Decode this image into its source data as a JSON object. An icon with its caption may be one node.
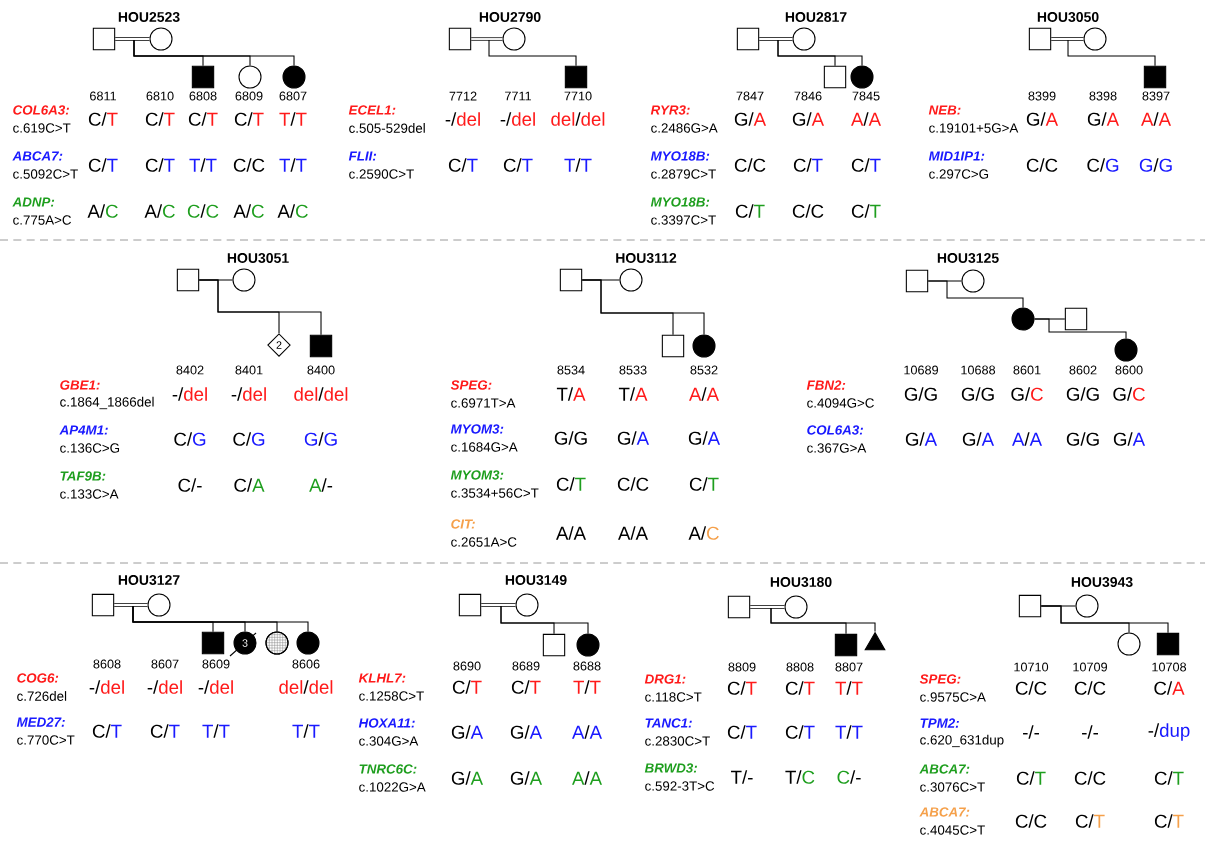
{
  "diagram": {
    "nodes": [
      {
        "text": [],
        "shape": "box"
      },
      {
        "text": [],
        "shape": "circle"
      },
      {
        "text": [],
        "shape": "box"
      },
      {
        "text": [],
        "shape": "circle"
      },
      {
        "text": [],
        "shape": "circle"
      },
      {
        "text": [],
        "shape": "box"
      },
      {
        "text": [],
        "shape": "circle"
      },
      {
        "text": [],
        "shape": "box"
      },
      {
        "text": [],
        "shape": "box"
      },
      {
        "text": [],
        "shape": "circle"
      },
      {
        "text": [],
        "shape": "box"
      },
      {
        "text": [],
        "shape": "circle"
      },
      {
        "text": [],
        "shape": "box"
      },
      {
        "text": [],
        "shape": "circle"
      },
      {
        "text": [],
        "shape": "box"
      },
      {
        "text": [],
        "shape": "box"
      },
      {
        "text": [],
        "shape": "circle"
      },
      {
        "text": [
          "2"
        ]
      },
      {
        "text": [],
        "shape": "box"
      },
      {
        "text": [],
        "shape": "box"
      },
      {
        "text": [],
        "shape": "circle"
      },
      {
        "text": [],
        "shape": "box"
      },
      {
        "text": [],
        "shape": "circle"
      },
      {
        "text": [],
        "shape": "box"
      },
      {
        "text": [],
        "shape": "circle"
      },
      {
        "text": [],
        "shape": "circle"
      },
      {
        "text": [],
        "shape": "box"
      },
      {
        "text": [],
        "shape": "circle"
      },
      {
        "text": [],
        "shape": "box"
      },
      {
        "text": [],
        "shape": "circle"
      },
      {
        "text": [],
        "shape": "box"
      },
      {
        "text": [
          "3"
        ]
      },
      {
        "text": [],
        "shape": "circle"
      },
      {
        "text": [],
        "shape": "circle"
      },
      {
        "text": [],
        "shape": "box"
      },
      {
        "text": [],
        "shape": "circle"
      },
      {
        "text": [],
        "shape": "box"
      },
      {
        "text": [],
        "shape": "circle"
      },
      {
        "text": [],
        "shape": "box"
      },
      {
        "text": [],
        "shape": "circle"
      },
      {
        "text": [],
        "shape": "box"
      },
      {
        "text": [],
        "shape": "triangle"
      },
      {
        "text": [],
        "shape": "box"
      },
      {
        "text": [],
        "shape": "circle"
      },
      {
        "text": [],
        "shape": "circle"
      },
      {
        "text": [],
        "shape": "box"
      }
    ],
    "edges": [
      {
        "from": 0,
        "to": 1,
        "arrow": "none",
        "style": "thick"
      },
      {
        "from": 0,
        "to": 2,
        "arrow": "none"
      },
      {
        "from": 0,
        "to": 3,
        "arrow": "none"
      },
      {
        "from": 0,
        "to": 4,
        "arrow": "none"
      },
      {
        "from": 5,
        "to": 6,
        "arrow": "none",
        "style": "thick"
      },
      {
        "from": 5,
        "to": 7,
        "arrow": "none"
      },
      {
        "from": 8,
        "to": 9,
        "arrow": "none",
        "style": "thick"
      },
      {
        "from": 8,
        "to": 10,
        "arrow": "none"
      },
      {
        "from": 8,
        "to": 11,
        "arrow": "none"
      },
      {
        "from": 12,
        "to": 13,
        "arrow": "none",
        "style": "thick"
      },
      {
        "from": 12,
        "to": 14,
        "arrow": "none"
      },
      {
        "from": 15,
        "to": 16,
        "arrow": "none"
      },
      {
        "from": 15,
        "to": 17,
        "arrow": "none"
      },
      {
        "from": 15,
        "to": 18,
        "arrow": "none"
      },
      {
        "from": 19,
        "to": 20,
        "arrow": "none"
      },
      {
        "from": 19,
        "to": 21,
        "arrow": "none"
      },
      {
        "from": 19,
        "to": 22,
        "arrow": "none"
      },
      {
        "from": 23,
        "to": 24,
        "arrow": "none"
      },
      {
        "from": 23,
        "to": 25,
        "arrow": "none"
      },
      {
        "from": 25,
        "to": 26,
        "arrow": "none"
      },
      {
        "from": 25,
        "to": 27,
        "arrow": "none"
      },
      {
        "from": 28,
        "to": 29,
        "arrow": "none",
        "style": "thick"
      },
      {
        "from": 28,
        "to": 30,
        "arrow": "none"
      },
      {
        "from": 28,
        "to": 31,
        "arrow": "none"
      },
      {
        "from": 28,
        "to": 32,
        "arrow": "none"
      },
      {
        "from": 28,
        "to": 33,
        "arrow": "none"
      },
      {
        "from": 34,
        "to": 35,
        "arrow": "none",
        "style": "thick"
      },
      {
        "from": 34,
        "to": 36,
        "arrow": "none"
      },
      {
        "from": 34,
        "to": 37,
        "arrow": "none"
      },
      {
        "from": 38,
        "to": 39,
        "arrow": "none",
        "style": "thick"
      },
      {
        "from": 38,
        "to": 40,
        "arrow": "none"
      },
      {
        "from": 38,
        "to": 41,
        "arrow": "none"
      },
      {
        "from": 42,
        "to": 43,
        "arrow": "none"
      },
      {
        "from": 42,
        "to": 44,
        "arrow": "none"
      },
      {
        "from": 42,
        "to": 45,
        "arrow": "none"
      }
    ],
    "labels": [
      "HOU2523",
      "6811",
      "6810",
      "6808",
      "6809",
      "6807",
      "COL6A3:",
      "c.619C>T",
      "C",
      "/",
      "T",
      "C",
      "/",
      "T",
      "C",
      "/",
      "T",
      "C",
      "/",
      "T",
      "T",
      "/",
      "T",
      "ABCA7:",
      "c.5092C>T",
      "C",
      "/",
      "T",
      "C",
      "/",
      "T",
      "T",
      "/",
      "T",
      "C",
      "/",
      "C",
      "T",
      "/",
      "T",
      "ADNP:",
      "c.775A>C",
      "A",
      "/",
      "C",
      "A",
      "/",
      "C",
      "C",
      "/",
      "C",
      "A",
      "/",
      "C",
      "A",
      "/",
      "C",
      "HOU2790",
      "7712",
      "7711",
      "7710",
      "ECEL1:",
      "c.505-529del",
      "-",
      "/",
      "del",
      "-",
      "/",
      "del",
      "del",
      "/",
      "del",
      "FLII:",
      "c.2590C>T",
      "C",
      "/",
      "T",
      "C",
      "/",
      "T",
      "T",
      "/",
      "T",
      "HOU2817",
      "7847",
      "7846",
      "7845",
      "RYR3:",
      "c.2486G>A",
      "G",
      "/",
      "A",
      "G",
      "/",
      "A",
      "A",
      "/",
      "A",
      "MYO18B:",
      "c.2879C>T",
      "C",
      "/",
      "C",
      "C",
      "/",
      "T",
      "C",
      "/",
      "T",
      "MYO18B:",
      "c.3397C>T",
      "C",
      "/",
      "T",
      "C",
      "/",
      "C",
      "C",
      "/",
      "T",
      "HOU3050",
      "8399",
      "8398",
      "8397",
      "NEB:",
      "c.19101+5G>A",
      "G",
      "/",
      "A",
      "G",
      "/",
      "A",
      "A",
      "/",
      "A",
      "MID1IP1:",
      "c.297C>G",
      "C",
      "/",
      "C",
      "C",
      "/",
      "G",
      "G",
      "/",
      "G",
      "HOU3051",
      "8402",
      "8401",
      "8400",
      "GBE1:",
      "c.1864_1866del",
      "-",
      "/",
      "del",
      "-",
      "/",
      "del",
      "del",
      "/",
      "del",
      "AP4M1:",
      "c.136C>G",
      "C",
      "/",
      "G",
      "C",
      "/",
      "G",
      "G",
      "/",
      "G",
      "TAF9B:",
      "c.133C>A",
      "C",
      "/",
      "-",
      "C",
      "/",
      "A",
      "A",
      "/",
      "-",
      "HOU3112",
      "8534",
      "8533",
      "8532",
      "SPEG:",
      "c.6971T>A",
      "T",
      "/",
      "A",
      "T",
      "/",
      "A",
      "A",
      "/",
      "A",
      "MYOM3:",
      "c.1684G>A",
      "G",
      "/",
      "G",
      "G",
      "/",
      "A",
      "G",
      "/",
      "A",
      "MYOM3:",
      "c.3534+56C>T",
      "C",
      "/",
      "T",
      "C",
      "/",
      "C",
      "C",
      "/",
      "T",
      "CIT:",
      "c.2651A>C",
      "A",
      "/",
      "A",
      "A",
      "/",
      "A",
      "A",
      "/",
      "C",
      "HOU3125",
      "10689",
      "10688",
      "8601",
      "8602",
      "8600",
      "FBN2:",
      "c.4094G>C",
      "G",
      "/",
      "G",
      "G",
      "/",
      "G",
      "G",
      "/",
      "C",
      "G",
      "/",
      "G",
      "G",
      "/",
      "C",
      "COL6A3:",
      "c.367G>A",
      "G",
      "/",
      "A",
      "G",
      "/",
      "A",
      "A",
      "/",
      "A",
      "G",
      "/",
      "G",
      "G",
      "/",
      "A",
      "HOU3127",
      "8608",
      "8607",
      "8609",
      "8606",
      "COG6:",
      "c.726del",
      "-",
      "/",
      "del",
      "-",
      "/",
      "del",
      "-",
      "/",
      "del",
      "del",
      "/",
      "del",
      "MED27:",
      "c.770C>T",
      "C",
      "/",
      "T",
      "C",
      "/",
      "T",
      "T",
      "/",
      "T",
      "T",
      "/",
      "T",
      "HOU3149",
      "8690",
      "8689",
      "8688",
      "KLHL7:",
      "c.1258C>T",
      "C",
      "/",
      "T",
      "C",
      "/",
      "T",
      "T",
      "/",
      "T",
      "HOXA11:",
      "c.304G>A",
      "G",
      "/",
      "A",
      "G",
      "/",
      "A",
      "A",
      "/",
      "A",
      "TNRC6C:",
      "c.1022G>A",
      "G",
      "/",
      "A",
      "G",
      "/",
      "A",
      "A",
      "/",
      "A",
      "HOU3180",
      "8809",
      "8808",
      "8807",
      "DRG1:",
      "c.118C>T",
      "C",
      "/",
      "T",
      "C",
      "/",
      "T",
      "T",
      "/",
      "T",
      "TANC1:",
      "c.2830C>T",
      "C",
      "/",
      "T",
      "C",
      "/",
      "T",
      "T",
      "/",
      "T",
      "BRWD3:",
      "c.592-3T>C",
      "T",
      "/",
      "-",
      "T",
      "/",
      "C",
      "C",
      "/",
      "-",
      "HOU3943",
      "10710",
      "10709",
      "10708",
      "SPEG:",
      "c.9575C>A",
      "C",
      "/",
      "C",
      "C",
      "/",
      "C",
      "C",
      "/",
      "A",
      "TPM2:",
      "c.620_631dup",
      "-",
      "/",
      "-",
      "-",
      "/",
      "-",
      "-",
      "/",
      "dup",
      "ABCA7:",
      "c.3076C>T",
      "C",
      "/",
      "T",
      "C",
      "/",
      "C",
      "C",
      "/",
      "T",
      "ABCA7:",
      "c.4045C>T",
      "C",
      "/",
      "C",
      "C",
      "/",
      "T",
      "C",
      "/",
      "T"
    ]
  }
}
